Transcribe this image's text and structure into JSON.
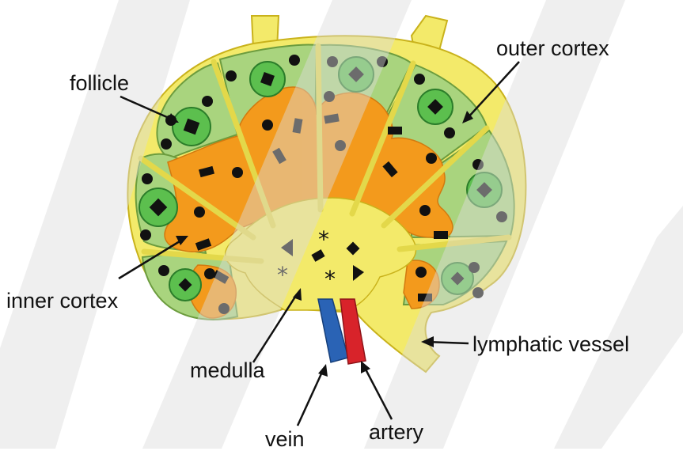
{
  "labels": {
    "outer_cortex": "outer cortex",
    "follicle": "follicle",
    "inner_cortex": "inner cortex",
    "lymphatic_vessel": "lymphatic vessel",
    "medulla": "medulla",
    "artery": "artery",
    "vein": "vein"
  },
  "colors": {
    "capsule": "#f3ea6a",
    "capsule_outline": "#c9b21b",
    "outer_cortex": "#a9d47e",
    "inner_cortex": "#f39a1c",
    "medulla": "#f3ea6a",
    "follicle_outer": "#5cbf4e",
    "follicle_inner": "#2e9e3c",
    "cell": "#1a1a1a",
    "vein": "#2a63b5",
    "artery": "#d8232a",
    "watermark": "#dcdcdc"
  }
}
